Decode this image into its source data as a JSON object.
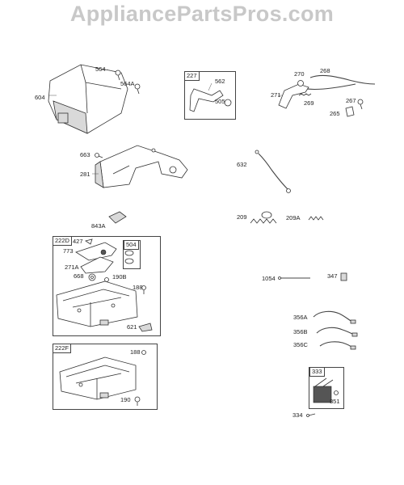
{
  "watermark": "AppliancePartsPros.com",
  "kits": {
    "k227": "227",
    "k222D": "222D",
    "k504": "504",
    "k222F": "222F",
    "k333": "333"
  },
  "labels": {
    "p564": "564",
    "p564A": "564A",
    "p604": "604",
    "p562": "562",
    "p505": "505",
    "p270": "270",
    "p268": "268",
    "p271": "271",
    "p269": "269",
    "p267": "267",
    "p265": "265",
    "p663": "663",
    "p281": "281",
    "p632": "632",
    "p843A": "843A",
    "p209": "209",
    "p209A": "209A",
    "p427": "427",
    "p773": "773",
    "p271A": "271A",
    "p668": "668",
    "p190B": "190B",
    "p188a": "188",
    "p621": "621",
    "p1054": "1054",
    "p347": "347",
    "p356A": "356A",
    "p356B": "356B",
    "p356C": "356C",
    "p188b": "188",
    "p190": "190",
    "p851": "851",
    "p334": "334"
  }
}
